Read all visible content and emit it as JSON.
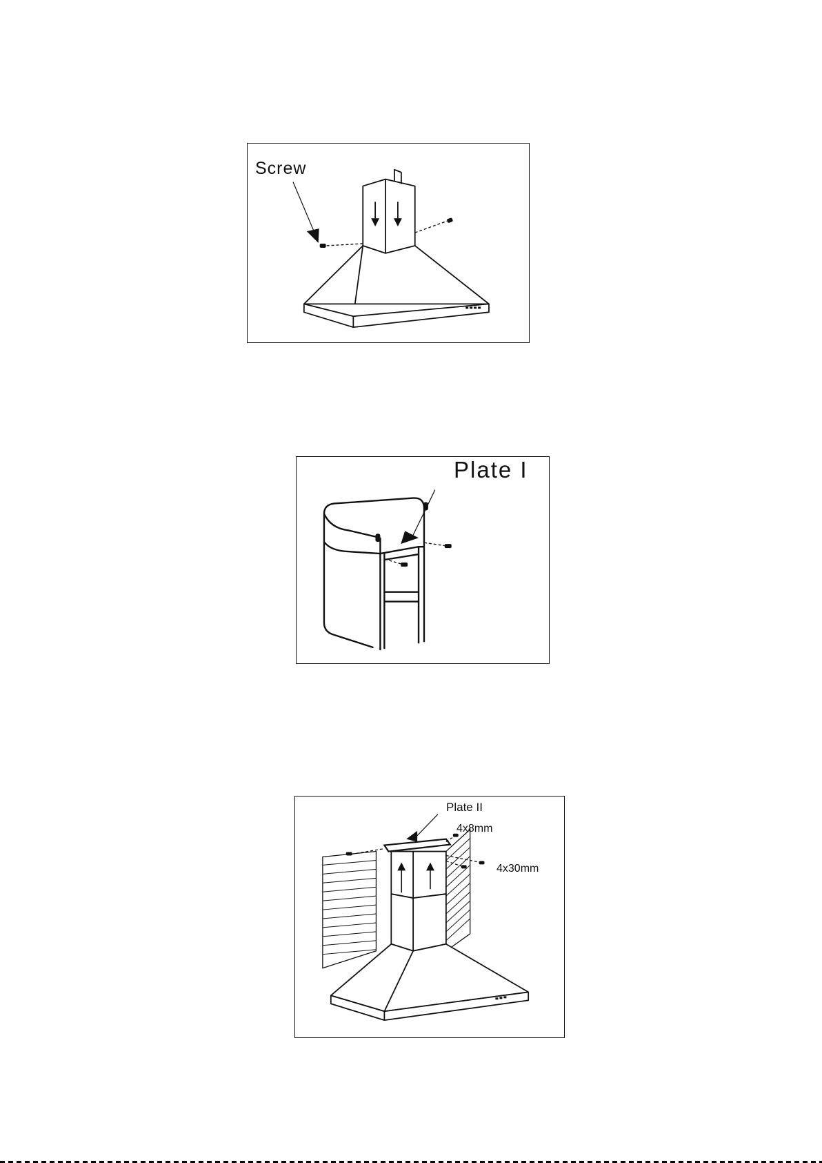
{
  "figures": [
    {
      "label": "Screw"
    },
    {
      "label": "Plate I"
    },
    {
      "label": "Plate II",
      "dimensions": [
        "4x8mm",
        "4x30mm"
      ]
    }
  ]
}
